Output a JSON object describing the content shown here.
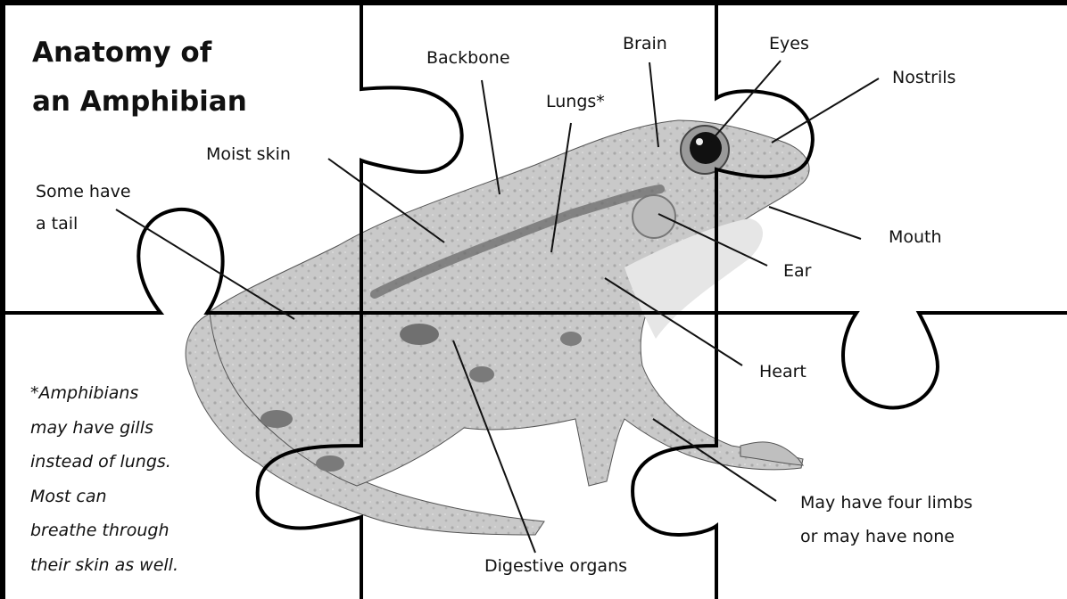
{
  "title": {
    "line1": "Anatomy of",
    "line2": "an Amphibian"
  },
  "labels": {
    "backbone": "Backbone",
    "brain": "Brain",
    "eyes": "Eyes",
    "nostrils": "Nostrils",
    "lungs": "Lungs*",
    "moist_skin": "Moist skin",
    "tail_1": "Some have",
    "tail_2": "a tail",
    "mouth": "Mouth",
    "ear": "Ear",
    "heart": "Heart",
    "limbs_1": "May have four limbs",
    "limbs_2": "or may have none",
    "digestive": "Digestive organs"
  },
  "footnote": [
    "*Amphibians",
    "may have gills",
    "instead of lungs.",
    "Most can",
    "breathe through",
    "their skin as well."
  ],
  "colors": {
    "background": "#ffffff",
    "frame": "#000000",
    "text": "#111111",
    "frog_light": "#cfcfcf",
    "frog_dark": "#6a6a6a"
  },
  "icons": [
    "frog-illustration",
    "puzzle-piece-outline"
  ]
}
